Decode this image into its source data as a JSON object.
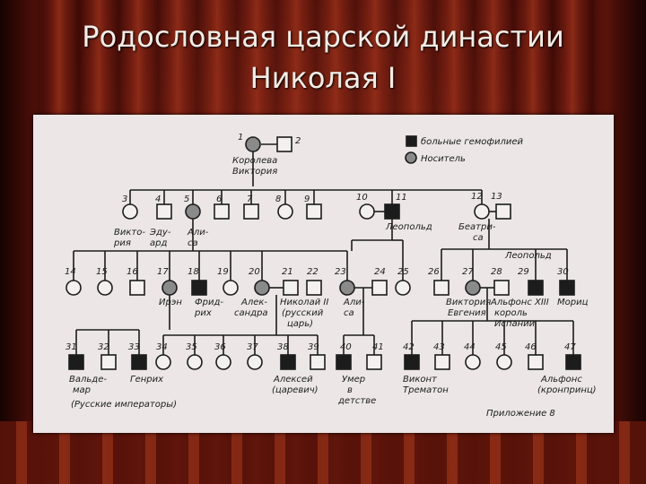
{
  "title": {
    "line1": "Родословная царской династии",
    "line2": "Николая I"
  },
  "legend": {
    "affected": "больные гемофилией",
    "carrier": "Носитель"
  },
  "appendix": "Приложение 8",
  "names": {
    "victoria1": "Королева",
    "victoria2": "Виктория",
    "vikt1": "Викто-",
    "vikt2": "рия",
    "edward1": "Эду-",
    "edward2": "ард",
    "alice1": "Али-",
    "alice2": "са",
    "leopold": "Леопольд",
    "beatrice1": "Беатри-",
    "beatrice2": "са",
    "irene": "Ирэн",
    "fried1": "Фрид-",
    "fried2": "рих",
    "alex1": "Алек-",
    "alex2": "сандра",
    "nik1": "Николай II",
    "nik2": "(русский",
    "nik3": "царь)",
    "alice_b1": "Али-",
    "alice_b2": "са",
    "vikt_eug1": "Виктория",
    "vikt_eug2": "Евгения",
    "leopold2": "Леопольд",
    "alfonso1": "Альфонс XIII",
    "alfonso2": "король",
    "alfonso3": "Испании",
    "mauritz": "Мориц",
    "valdemar1": "Вальде-",
    "valdemar2": "мар",
    "henry": "Генрих",
    "emperors": "(Русские императоры)",
    "alexei1": "Алексей",
    "alexei2": "(царевич)",
    "died1": "Умер",
    "died2": "в",
    "died3": "детстве",
    "tremat1": "Виконт",
    "tremat2": "Трематон",
    "alfonso_p1": "Альфонс",
    "alfonso_p2": "(кронпринц)"
  },
  "numbers": [
    "1",
    "2",
    "3",
    "4",
    "5",
    "6",
    "7",
    "8",
    "9",
    "10",
    "11",
    "12",
    "13",
    "14",
    "15",
    "16",
    "17",
    "18",
    "19",
    "20",
    "21",
    "22",
    "23",
    "24",
    "25",
    "26",
    "27",
    "28",
    "29",
    "30",
    "31",
    "32",
    "33",
    "34",
    "35",
    "36",
    "37",
    "38",
    "39",
    "40",
    "41",
    "42",
    "43",
    "44",
    "45",
    "46",
    "47"
  ]
}
